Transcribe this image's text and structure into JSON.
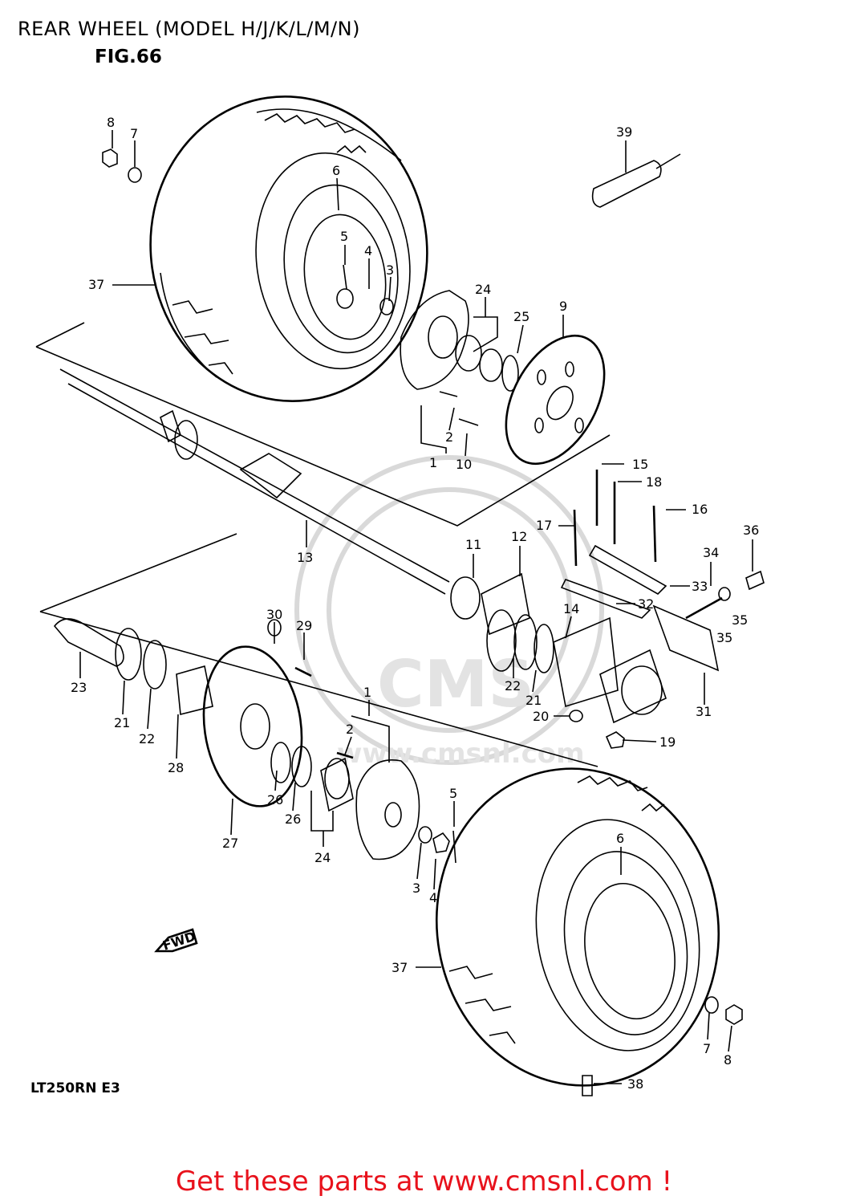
{
  "header": {
    "title": "REAR WHEEL (MODEL H/J/K/L/M/N)",
    "figure": "FIG.66"
  },
  "footer": {
    "model_code": "LT250RN E3",
    "promo": "Get these parts at www.cmsnl.com !"
  },
  "diagram": {
    "fwd_label": "FWD",
    "watermark": "CMS",
    "watermark_url": "www.cmsnl.com",
    "callouts": [
      "8",
      "7",
      "39",
      "6",
      "5",
      "4",
      "3",
      "37",
      "24",
      "25",
      "9",
      "2",
      "10",
      "1",
      "15",
      "18",
      "16",
      "17",
      "12",
      "11",
      "13",
      "34",
      "36",
      "33",
      "32",
      "14",
      "35",
      "35",
      "30",
      "29",
      "23",
      "21",
      "22",
      "28",
      "22",
      "21",
      "20",
      "19",
      "31",
      "1",
      "2",
      "5",
      "26",
      "26",
      "27",
      "24",
      "3",
      "4",
      "6",
      "37",
      "7",
      "8",
      "38"
    ]
  }
}
